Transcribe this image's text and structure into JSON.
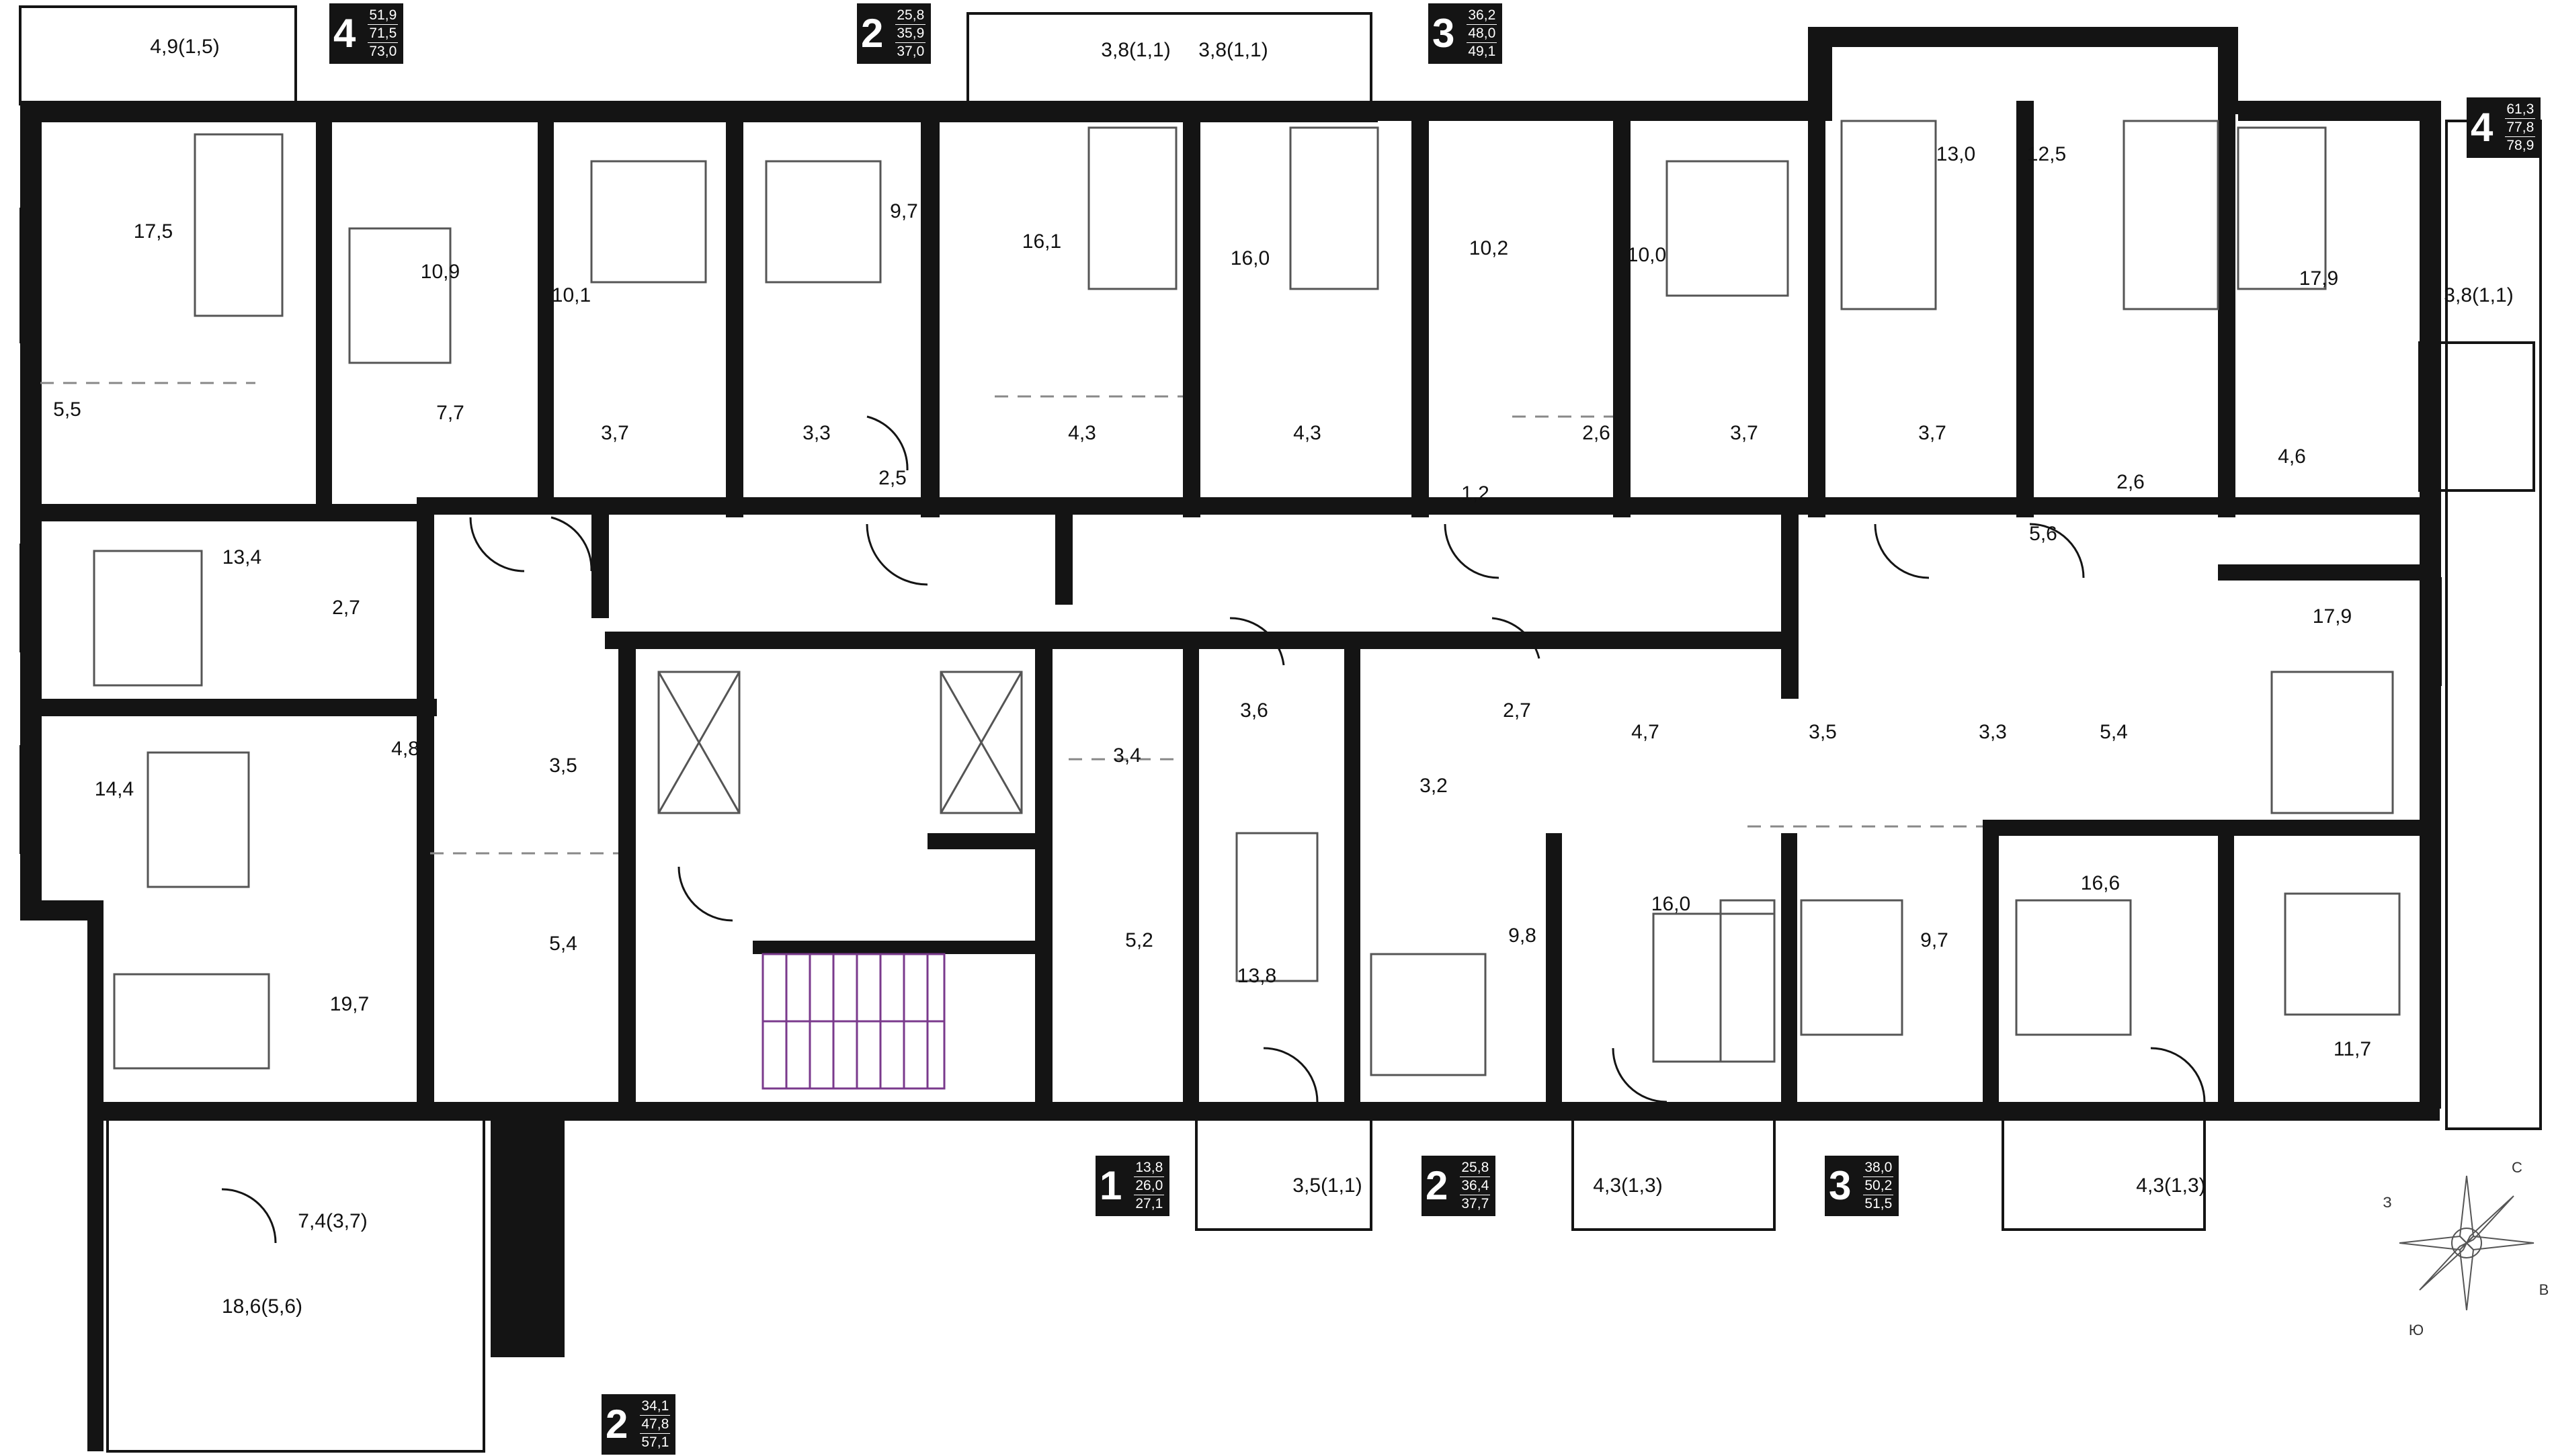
{
  "rooms": [
    {
      "label": "4,9(1,5)"
    },
    {
      "label": "17,5"
    },
    {
      "label": "10,9"
    },
    {
      "label": "10,1"
    },
    {
      "label": "9,7"
    },
    {
      "label": "3,8(1,1)"
    },
    {
      "label": "3,8(1,1)"
    },
    {
      "label": "16,1"
    },
    {
      "label": "16,0"
    },
    {
      "label": "10,2"
    },
    {
      "label": "10,0"
    },
    {
      "label": "13,0"
    },
    {
      "label": "12,5"
    },
    {
      "label": "17,9"
    },
    {
      "label": "3,8(1,1)"
    },
    {
      "label": "5,5"
    },
    {
      "label": "7,7"
    },
    {
      "label": "3,7"
    },
    {
      "label": "3,3"
    },
    {
      "label": "2,5"
    },
    {
      "label": "4,3"
    },
    {
      "label": "4,3"
    },
    {
      "label": "1,2"
    },
    {
      "label": "2,6"
    },
    {
      "label": "3,7"
    },
    {
      "label": "3,7"
    },
    {
      "label": "5,6"
    },
    {
      "label": "2,6"
    },
    {
      "label": "4,6"
    },
    {
      "label": "13,4"
    },
    {
      "label": "2,7"
    },
    {
      "label": "17,9"
    },
    {
      "label": "14,4"
    },
    {
      "label": "4,8"
    },
    {
      "label": "3,5"
    },
    {
      "label": "3,4"
    },
    {
      "label": "3,6"
    },
    {
      "label": "2,7"
    },
    {
      "label": "3,2"
    },
    {
      "label": "4,7"
    },
    {
      "label": "3,5"
    },
    {
      "label": "3,3"
    },
    {
      "label": "5,4"
    },
    {
      "label": "5,4"
    },
    {
      "label": "5,2"
    },
    {
      "label": "13,8"
    },
    {
      "label": "9,8"
    },
    {
      "label": "16,0"
    },
    {
      "label": "9,7"
    },
    {
      "label": "16,6"
    },
    {
      "label": "19,7"
    },
    {
      "label": "11,7"
    },
    {
      "label": "3,5(1,1)"
    },
    {
      "label": "4,3(1,3)"
    },
    {
      "label": "4,3(1,3)"
    },
    {
      "label": "7,4(3,7)"
    },
    {
      "label": "18,6(5,6)"
    }
  ],
  "apartments": [
    {
      "rooms": "4",
      "values": [
        "51,9",
        "71,5",
        "73,0"
      ]
    },
    {
      "rooms": "2",
      "values": [
        "25,8",
        "35,9",
        "37,0"
      ]
    },
    {
      "rooms": "3",
      "values": [
        "36,2",
        "48,0",
        "49,1"
      ]
    },
    {
      "rooms": "4",
      "values": [
        "61,3",
        "77,8",
        "78,9"
      ]
    },
    {
      "rooms": "1",
      "values": [
        "13,8",
        "26,0",
        "27,1"
      ]
    },
    {
      "rooms": "2",
      "values": [
        "25,8",
        "36,4",
        "37,7"
      ]
    },
    {
      "rooms": "3",
      "values": [
        "38,0",
        "50,2",
        "51,5"
      ]
    },
    {
      "rooms": "2",
      "values": [
        "34,1",
        "47,8",
        "57,1"
      ]
    }
  ],
  "compass": {
    "north": "С",
    "east": "В",
    "south": "Ю",
    "west": "З"
  },
  "colors": {
    "wall": "#141414",
    "stairs": "#7a3a8c",
    "furniture": "#555555"
  }
}
